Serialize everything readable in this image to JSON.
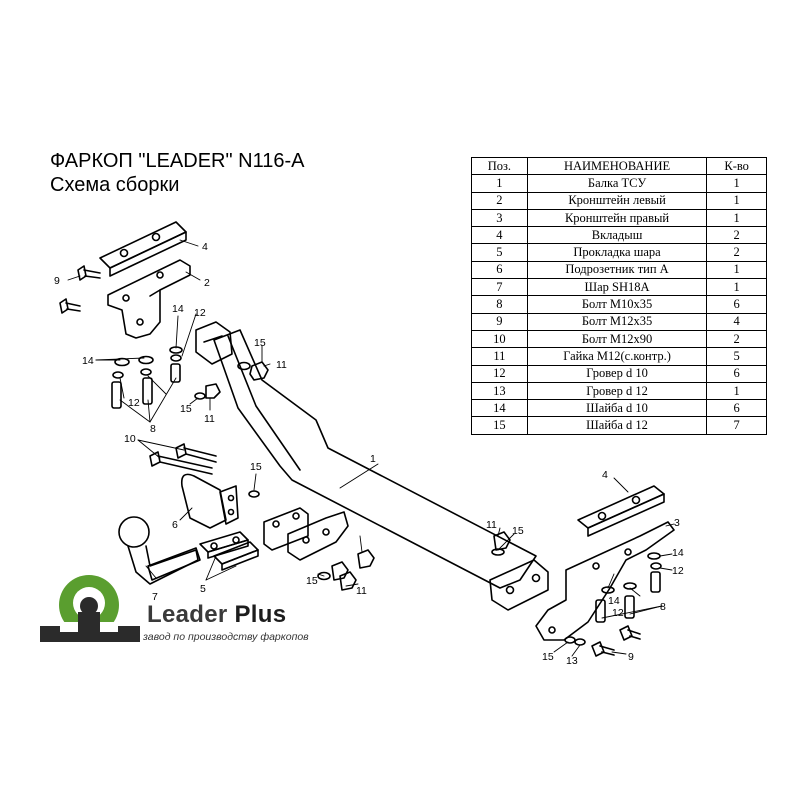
{
  "title": "ФАРКОП \"LEADER\" N116-A",
  "subtitle": "Схема сборки",
  "table": {
    "headers": [
      "Поз.",
      "НАИМЕНОВАНИЕ",
      "К-во"
    ],
    "rows": [
      [
        "1",
        "Балка ТСУ",
        "1"
      ],
      [
        "2",
        "Кронштейн левый",
        "1"
      ],
      [
        "3",
        "Кронштейн правый",
        "1"
      ],
      [
        "4",
        "Вкладыш",
        "2"
      ],
      [
        "5",
        "Прокладка шара",
        "2"
      ],
      [
        "6",
        "Подрозетник тип А",
        "1"
      ],
      [
        "7",
        "Шар SH18A",
        "1"
      ],
      [
        "8",
        "Болт М10х35",
        "6"
      ],
      [
        "9",
        "Болт М12х35",
        "4"
      ],
      [
        "10",
        "Болт М12х90",
        "2"
      ],
      [
        "11",
        "Гайка М12(с.контр.)",
        "5"
      ],
      [
        "12",
        "Гровер d 10",
        "6"
      ],
      [
        "13",
        "Гровер d 12",
        "1"
      ],
      [
        "14",
        "Шайба d 10",
        "6"
      ],
      [
        "15",
        "Шайба d 12",
        "7"
      ]
    ]
  },
  "callouts": [
    "4",
    "2",
    "9",
    "14",
    "12",
    "14",
    "12",
    "8",
    "15",
    "11",
    "15",
    "11",
    "10",
    "15",
    "1",
    "6",
    "7",
    "5",
    "15",
    "11",
    "11",
    "15",
    "4",
    "3",
    "14",
    "12",
    "14",
    "12",
    "8",
    "15",
    "13",
    "9"
  ],
  "logo": {
    "name": "Leader",
    "name_plus": "Plus",
    "tagline": "завод по производству фаркопов",
    "green": "#5a9e2f",
    "dark": "#2b2b2b"
  }
}
